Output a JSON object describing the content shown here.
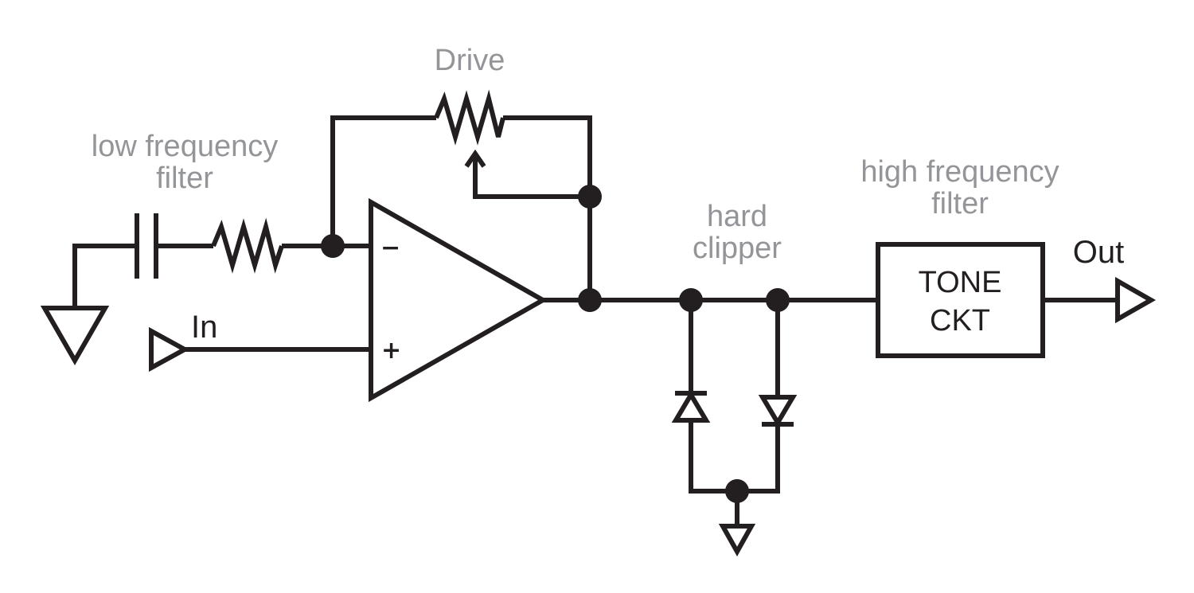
{
  "labels": {
    "drive": "Drive",
    "low_filter_line1": "low frequency",
    "low_filter_line2": "filter",
    "high_filter_line1": "high frequency",
    "high_filter_line2": "filter",
    "clipper_line1": "hard",
    "clipper_line2": "clipper",
    "input": "In",
    "output": "Out",
    "tone_line1": "TONE",
    "tone_line2": "CKT",
    "opamp_minus": "−",
    "opamp_plus": "+"
  },
  "colors": {
    "ink": "#231f20",
    "annotation": "#939598",
    "background": "#ffffff"
  },
  "icons": {
    "ground": "ground-triangle-icon",
    "input_port": "input-triangle-icon",
    "output_port": "output-triangle-icon",
    "capacitor": "capacitor-icon",
    "resistor": "resistor-icon",
    "potentiometer": "potentiometer-icon",
    "opamp": "op-amp-icon",
    "diode": "diode-icon"
  }
}
